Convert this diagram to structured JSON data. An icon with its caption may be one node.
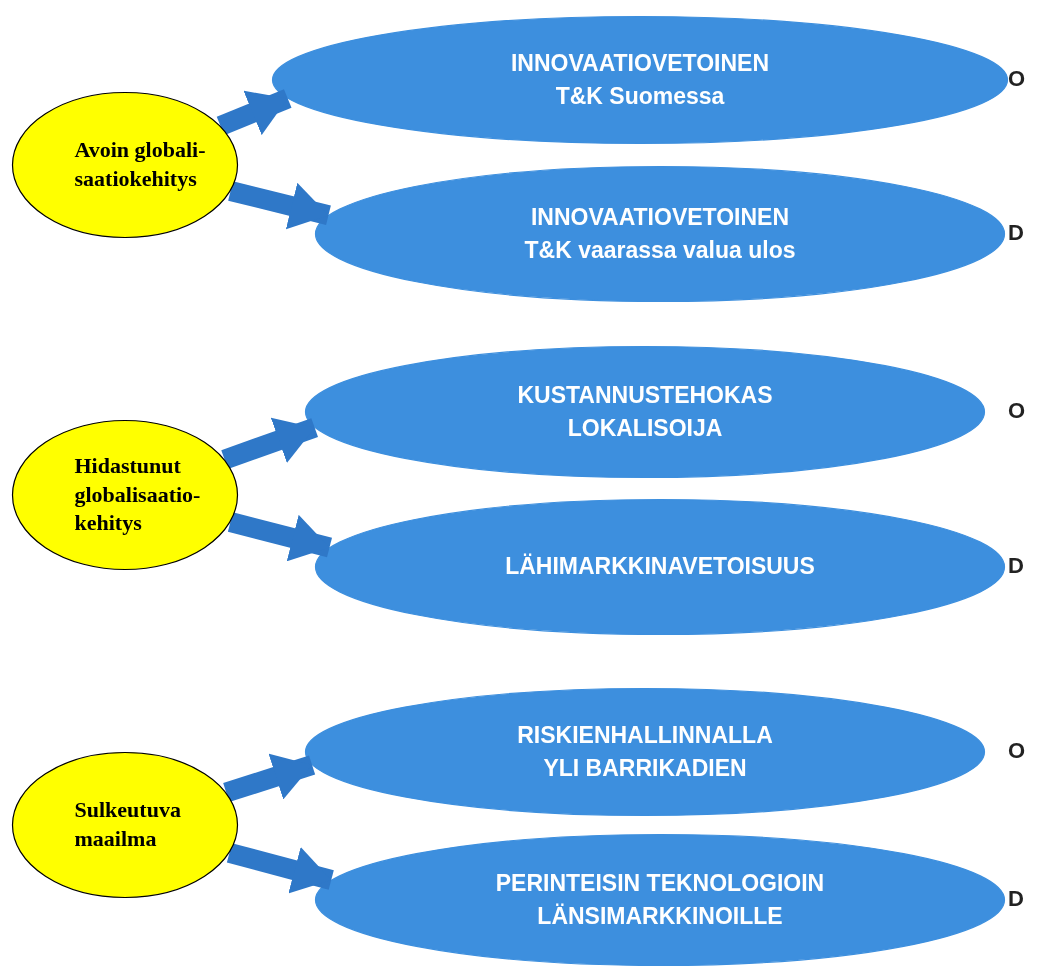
{
  "diagram": {
    "nodes": [
      {
        "text": [
          "Avoin globali- saatiokehitys"
        ]
      },
      {
        "text": [
          "INNOVAATIOVETOINEN T&K Suomessa"
        ],
        "beside": [
          "O"
        ]
      },
      {
        "text": [
          "INNOVAATIOVETOINEN T&K vaarassa valua ulos"
        ],
        "beside": [
          "D"
        ]
      },
      {
        "text": [
          "Hidastunut globalisaatio- kehitys"
        ]
      },
      {
        "text": [
          "KUSTANNUSTEHOKAS LOKALISOIJA"
        ],
        "beside": [
          "O"
        ]
      },
      {
        "text": [
          "LÄHIMARKKINAVETOISUUS"
        ],
        "beside": [
          "D"
        ]
      },
      {
        "text": [
          "Sulkeutuva maailma"
        ]
      },
      {
        "text": [
          "RISKIENHALLINNALLA YLI BARRIKADIEN"
        ],
        "beside": [
          "O"
        ]
      },
      {
        "text": [
          "PERINTEISIN TEKNOLOGIOIN LÄNSIMARKKINOILLE"
        ],
        "beside": [
          "D"
        ]
      }
    ],
    "edges": [
      {
        "from": 0,
        "to": 1,
        "arrow": "to"
      },
      {
        "from": 0,
        "to": 2,
        "arrow": "to"
      },
      {
        "from": 3,
        "to": 4,
        "arrow": "to"
      },
      {
        "from": 3,
        "to": 5,
        "arrow": "to"
      },
      {
        "from": 6,
        "to": 7,
        "arrow": "to"
      },
      {
        "from": 6,
        "to": 8,
        "arrow": "to"
      }
    ]
  }
}
